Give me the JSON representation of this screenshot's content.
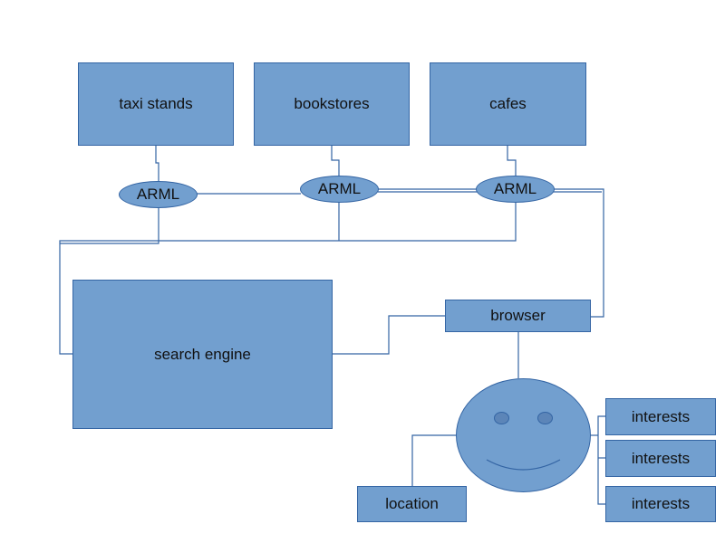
{
  "diagram": {
    "sources": [
      {
        "label": "taxi stands"
      },
      {
        "label": "bookstores"
      },
      {
        "label": "cafes"
      }
    ],
    "arml_nodes": [
      {
        "label": "ARML"
      },
      {
        "label": "ARML"
      },
      {
        "label": "ARML"
      }
    ],
    "search_engine": {
      "label": "search engine"
    },
    "browser": {
      "label": "browser"
    },
    "user": {
      "shape": "smiley-face"
    },
    "location": {
      "label": "location"
    },
    "interests": [
      {
        "label": "interests"
      },
      {
        "label": "interests"
      },
      {
        "label": "interests"
      }
    ],
    "colors": {
      "fill": "#729fcf",
      "stroke": "#3465a4",
      "eye": "#5c85b8"
    }
  }
}
